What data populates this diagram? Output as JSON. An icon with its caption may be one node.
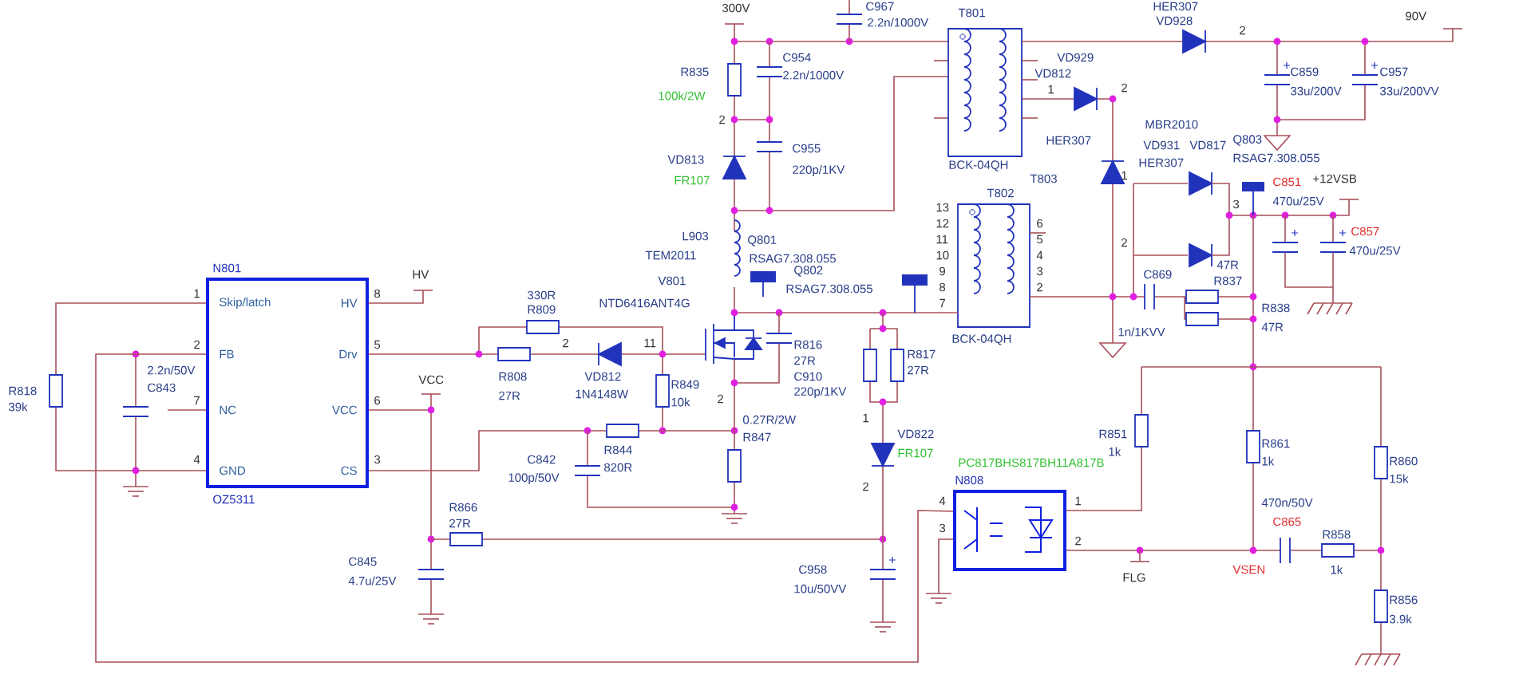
{
  "diagram": {
    "nodes": [
      {
        "text": [
          "N801",
          "Skip/latch",
          "HV",
          "FB",
          "Drv",
          "NC",
          "VCC",
          "GND",
          "CS",
          "OZ5311"
        ],
        "beside": [
          "1",
          "2",
          "7",
          "4",
          "8",
          "5",
          "6",
          "3"
        ]
      },
      {
        "text": [
          "N808"
        ],
        "beside": [
          "4",
          "3",
          "1",
          "2"
        ]
      }
    ],
    "edges": [
      {
        "from": 0,
        "to": 1,
        "arrow": "none"
      }
    ],
    "labels": [
      "300V",
      "C967",
      "2.2n/1000V",
      "T801",
      "HER307",
      "VD928",
      "2",
      "90V",
      "R835",
      "100k/2W",
      "2",
      "C954",
      "2.2n/1000V",
      "VD929",
      "VD812",
      "1",
      "2",
      "C859",
      "C957",
      "33u/200V",
      "33u/200VV",
      "MBR2010",
      "VD813",
      "FR107",
      "C955",
      "220p/1KV",
      "BCK-04QH",
      "HER307",
      "VD931",
      "VD817",
      "Q803",
      "RSAG7.308.055",
      "T803",
      "HER307",
      "1",
      "C851",
      "+12VSB",
      "3",
      "470u/25V",
      "T802",
      "13",
      "12",
      "11",
      "10",
      "9",
      "8",
      "7",
      "6",
      "5",
      "4",
      "3",
      "2",
      "C857",
      "470u/25V",
      "L903",
      "Q801",
      "TEM2011",
      "RSAG7.308.055",
      "2",
      "C869",
      "47R",
      "Q802",
      "V801",
      "R837",
      "RSAG7.308.055",
      "HV",
      "330R",
      "NTD6416ANT4G",
      "R838",
      "47R",
      "R809",
      "1n/1KVV",
      "BCK-04QH",
      "2",
      "11",
      "R816",
      "R817",
      "27R",
      "27R",
      "2.2n/50V",
      "C910",
      "R808",
      "VD812",
      "VCC",
      "R849",
      "R818",
      "C843",
      "220p/1KV",
      "27R",
      "1N4148W",
      "2",
      "10k",
      "39k",
      "1",
      "0.27R/2W",
      "VD822",
      "R851",
      "R847",
      "R861",
      "R844",
      "1k",
      "FR107",
      "1k",
      "C842",
      "R860",
      "PC817BHS817BH11A817B",
      "820R",
      "15k",
      "100p/50V",
      "2",
      "470n/50V",
      "R866",
      "C865",
      "27R",
      "R858",
      "C845",
      "C958",
      "VSEN",
      "1k",
      "FLG",
      "4.7u/25V",
      "10u/50VV",
      "R856",
      "3.9k"
    ]
  }
}
